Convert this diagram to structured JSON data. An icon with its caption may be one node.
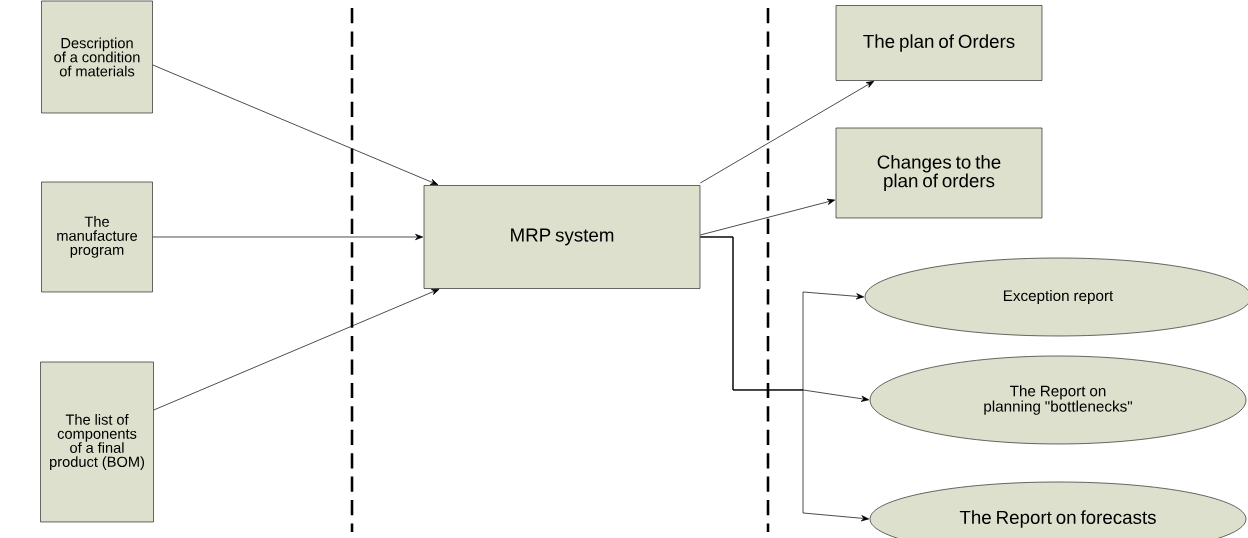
{
  "diagram": {
    "nodes": [
      {
        "text": [
          "Description of a condition of materials"
        ]
      },
      {
        "text": [
          "The manufacture program"
        ]
      },
      {
        "text": [
          "The list of components of a final product (BOM)"
        ]
      },
      {
        "text": [
          "MRP system"
        ]
      },
      {
        "text": [
          "The plan of Orders"
        ]
      },
      {
        "text": [
          "Changes to the plan of orders"
        ]
      },
      {
        "text": [
          "Exception report"
        ]
      },
      {
        "text": [
          "The Report on planning \"bottlenecks\""
        ]
      },
      {
        "text": [
          "The Report on forecasts"
        ]
      }
    ],
    "edges": [
      {
        "from": 0,
        "to": 3,
        "arrow": "to"
      },
      {
        "from": 1,
        "to": 3,
        "arrow": "to"
      },
      {
        "from": 2,
        "to": 3,
        "arrow": "to"
      },
      {
        "from": 3,
        "to": 4,
        "arrow": "to"
      },
      {
        "from": 3,
        "to": 5,
        "arrow": "to"
      },
      {
        "from": 3,
        "to": 6,
        "arrow": "to"
      },
      {
        "from": 3,
        "to": 7,
        "arrow": "to"
      },
      {
        "from": 3,
        "to": 8,
        "arrow": "to"
      }
    ]
  }
}
